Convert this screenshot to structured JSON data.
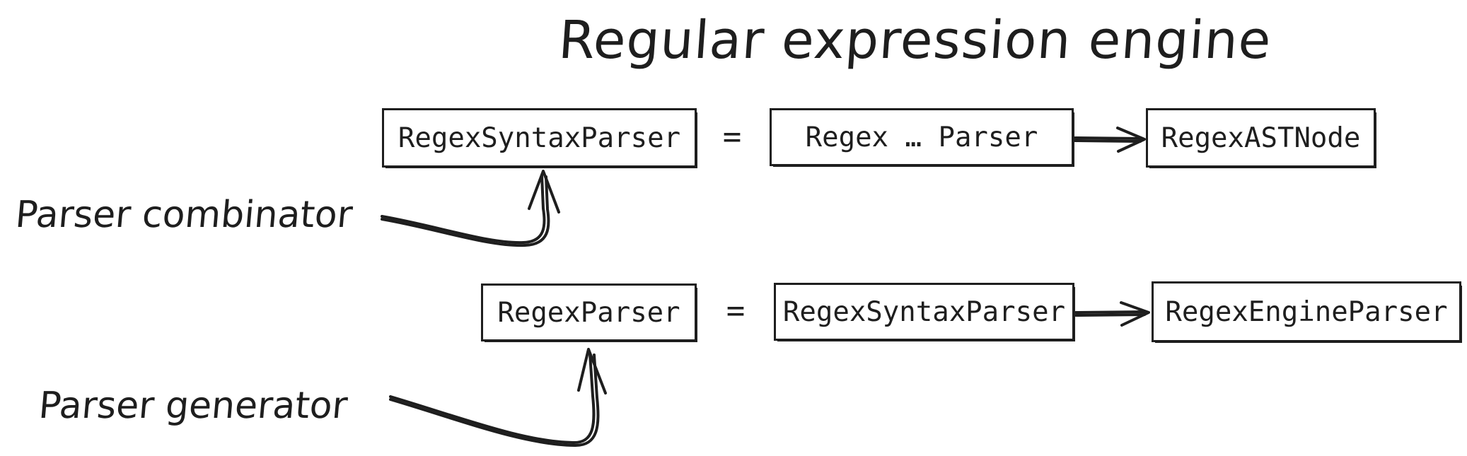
{
  "title": "Regular expression engine",
  "rows": [
    {
      "lhs": "RegexSyntaxParser",
      "equals": "=",
      "rhs_left": "Regex … Parser",
      "rhs_right": "RegexASTNode"
    },
    {
      "lhs": "RegexParser",
      "equals": "=",
      "rhs_left": "RegexSyntaxParser",
      "rhs_right": "RegexEngineParser"
    }
  ],
  "annotations": [
    {
      "label": "Parser combinator",
      "points_to": "RegexSyntaxParser"
    },
    {
      "label": "Parser generator",
      "points_to": "RegexParser"
    }
  ],
  "colors": {
    "stroke": "#1e1e1e",
    "background": "#ffffff"
  }
}
